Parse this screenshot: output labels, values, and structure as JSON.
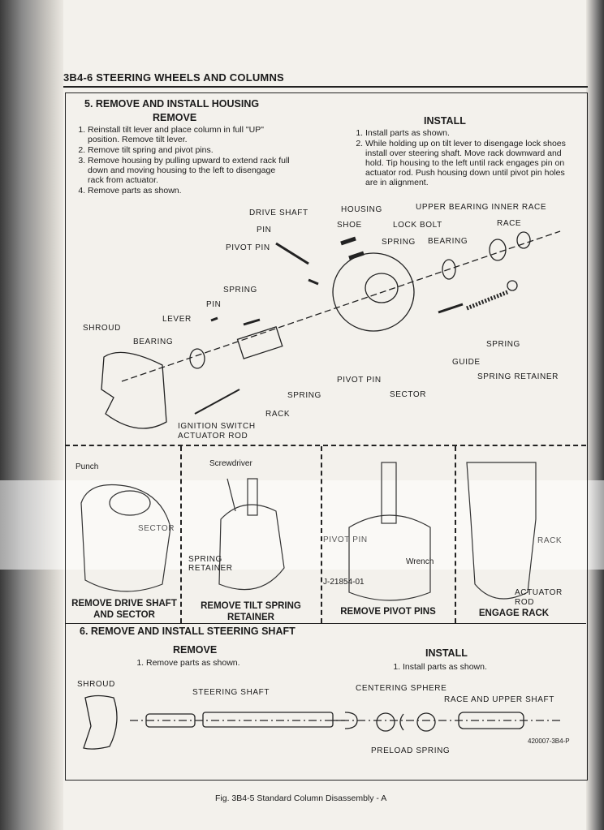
{
  "header": {
    "title": "3B4-6 STEERING WHEELS AND COLUMNS"
  },
  "section5": {
    "title": "5. REMOVE AND INSTALL HOUSING",
    "remove": {
      "heading": "REMOVE",
      "steps": [
        "Reinstall tilt lever and place column in full \"UP\" position. Remove tilt lever.",
        "Remove tilt spring and pivot pins.",
        "Remove housing by pulling upward to extend rack full down and moving housing to the left to disengage rack from actuator.",
        "Remove parts as shown."
      ]
    },
    "install": {
      "heading": "INSTALL",
      "steps": [
        "Install parts as shown.",
        "While holding up on tilt lever to disengage lock shoes install over steering shaft. Move rack downward and hold. Tip housing to the left until rack engages pin on actuator rod. Push housing down until pivot pin holes are in alignment."
      ]
    },
    "labels": {
      "drive_shaft": "DRIVE SHAFT",
      "housing": "HOUSING",
      "upper_bearing_inner_race": "UPPER BEARING INNER RACE",
      "shoe": "SHOE",
      "lock_bolt": "LOCK BOLT",
      "race": "RACE",
      "pin1": "PIN",
      "spring1": "SPRING",
      "bearing1": "BEARING",
      "pivot_pin1": "PIVOT PIN",
      "spring2": "SPRING",
      "pin2": "PIN",
      "lever": "LEVER",
      "shroud": "SHROUD",
      "bearing2": "BEARING",
      "spring3": "SPRING",
      "guide": "GUIDE",
      "pivot_pin2": "PIVOT PIN",
      "spring_retainer": "SPRING RETAINER",
      "spring4": "SPRING",
      "sector": "SECTOR",
      "rack": "RACK",
      "ignition_switch": "IGNITION SWITCH",
      "actuator_rod": "ACTUATOR ROD"
    },
    "panels": [
      {
        "caption1": "REMOVE DRIVE SHAFT",
        "caption2": "AND SECTOR",
        "labels": [
          "Punch",
          "SECTOR"
        ]
      },
      {
        "caption1": "REMOVE TILT SPRING",
        "caption2": "RETAINER",
        "labels": [
          "Screwdriver",
          "SPRING",
          "RETAINER"
        ]
      },
      {
        "caption1": "REMOVE PIVOT PINS",
        "labels": [
          "PIVOT PIN",
          "Wrench",
          "J-21854-01"
        ]
      },
      {
        "caption1": "ENGAGE RACK",
        "labels": [
          "RACK",
          "ACTUATOR",
          "ROD"
        ]
      }
    ]
  },
  "section6": {
    "title": "6. REMOVE AND INSTALL STEERING SHAFT",
    "remove": {
      "heading": "REMOVE",
      "steps": [
        "Remove parts as shown."
      ]
    },
    "install": {
      "heading": "INSTALL",
      "steps": [
        "Install parts as shown."
      ]
    },
    "labels": {
      "shroud": "SHROUD",
      "steering_shaft": "STEERING SHAFT",
      "centering_sphere": "CENTERING SPHERE",
      "race_upper_shaft": "RACE AND UPPER SHAFT",
      "preload_spring": "PRELOAD SPRING",
      "figure_code": "420007-3B4-P"
    }
  },
  "caption": "Fig. 3B4-5 Standard Column Disassembly - A"
}
